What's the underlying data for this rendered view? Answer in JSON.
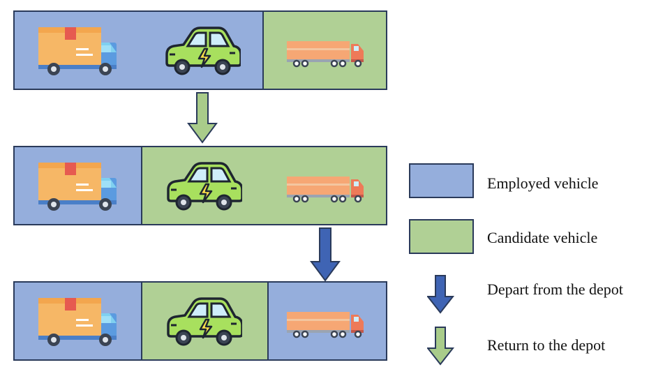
{
  "colors": {
    "employed": "#95aedc",
    "candidate": "#b0d095",
    "border": "#2a3a5a",
    "depart_arrow": "#3f64b4",
    "return_arrow": "#a9cc8a"
  },
  "rows": [
    {
      "cells": [
        {
          "status": "employed",
          "vehicles": [
            "box-truck-icon",
            "electric-car-icon"
          ]
        },
        {
          "status": "candidate",
          "vehicles": [
            "semi-truck-icon"
          ]
        }
      ]
    },
    {
      "cells": [
        {
          "status": "employed",
          "vehicles": [
            "box-truck-icon"
          ]
        },
        {
          "status": "candidate",
          "vehicles": [
            "electric-car-icon",
            "semi-truck-icon"
          ]
        }
      ]
    },
    {
      "cells": [
        {
          "status": "employed",
          "vehicles": [
            "box-truck-icon"
          ]
        },
        {
          "status": "candidate",
          "vehicles": [
            "electric-car-icon"
          ]
        },
        {
          "status": "employed",
          "vehicles": [
            "semi-truck-icon"
          ]
        }
      ]
    }
  ],
  "legend": {
    "employed": "Employed vehicle",
    "candidate": "Candidate vehicle",
    "depart": "Depart from the depot",
    "return": "Return to the depot"
  }
}
